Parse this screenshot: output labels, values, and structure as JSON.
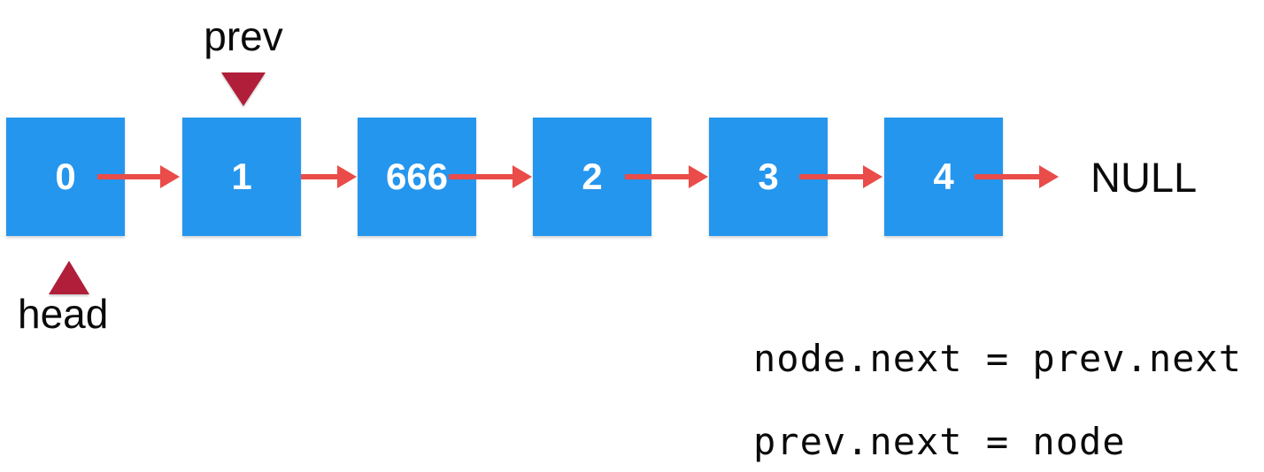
{
  "diagram": {
    "pointer_labels": {
      "prev": "prev",
      "head": "head"
    },
    "nodes": [
      {
        "value": "0"
      },
      {
        "value": "1"
      },
      {
        "value": "666"
      },
      {
        "value": "2"
      },
      {
        "value": "3"
      },
      {
        "value": "4"
      }
    ],
    "terminator_label": "NULL",
    "code": {
      "line1": "node.next = prev.next",
      "line2": "prev.next = node"
    },
    "colors": {
      "node_fill": "#2596EE",
      "node_text": "#FFFFFF",
      "arrow_red": "#E94C49",
      "marker_red": "#B01E39",
      "label_text": "#0A0A0A"
    }
  }
}
